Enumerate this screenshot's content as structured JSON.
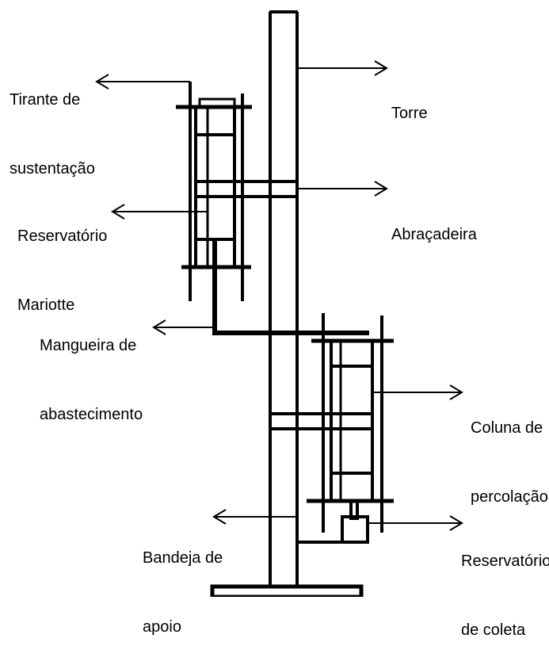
{
  "labels": {
    "tirante": [
      "Tirante de",
      "sustentação"
    ],
    "torre": [
      "Torre"
    ],
    "reservatorio_mariotte": [
      "Reservatório",
      "Mariotte"
    ],
    "abracadeira": [
      "Abraçadeira"
    ],
    "mangueira": [
      "Mangueira de",
      "abastecimento"
    ],
    "coluna": [
      "Coluna de",
      "percolação"
    ],
    "bandeja": [
      "Bandeja de",
      "apoio"
    ],
    "reservatorio_coleta": [
      "Reservatório",
      "de coleta"
    ]
  }
}
